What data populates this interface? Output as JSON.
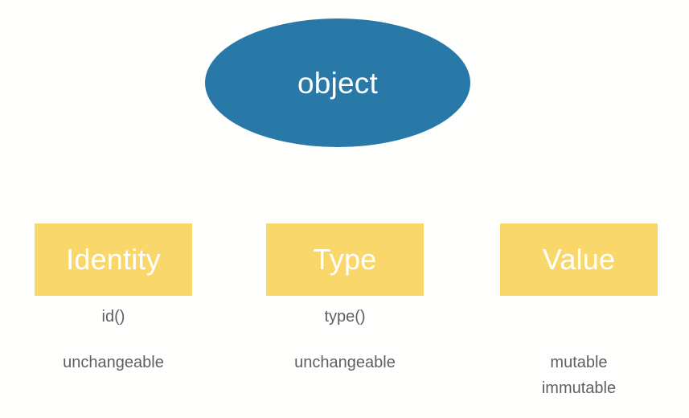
{
  "diagram": {
    "title": "object",
    "root": {
      "label": "object",
      "shape": "ellipse",
      "fill": "#2878a8",
      "text_color": "#ffffff"
    },
    "attribute_box_fill": "#fad76a",
    "attribute_text_color": "#ffffff",
    "note_text_color": "#5f5f5f",
    "background": "#ffffff",
    "attributes": [
      {
        "label": "Identity",
        "accessor": "id()",
        "traits": [
          "unchangeable"
        ]
      },
      {
        "label": "Type",
        "accessor": "type()",
        "traits": [
          "unchangeable"
        ]
      },
      {
        "label": "Value",
        "accessor": "",
        "traits": [
          "mutable",
          "immutable"
        ]
      }
    ]
  }
}
